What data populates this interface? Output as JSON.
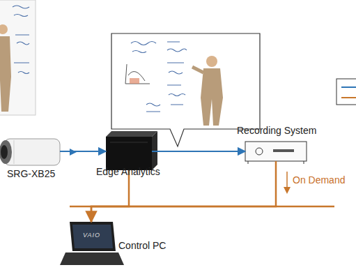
{
  "diagram": {
    "nodes": [
      {
        "text": [
          "SRG-XB25"
        ]
      },
      {
        "text": [
          "Edge Analytics"
        ]
      },
      {
        "text": [
          "Recording System"
        ]
      },
      {
        "text": [
          "Control PC"
        ]
      }
    ],
    "edges": [
      {
        "from": 0,
        "to": 1,
        "arrow": "to"
      },
      {
        "from": 1,
        "to": 2,
        "arrow": "to"
      },
      {
        "from": 1,
        "to": 3,
        "arrow": "none"
      },
      {
        "from": 2,
        "to": 3,
        "label": "On Demand",
        "arrow": "to"
      }
    ],
    "labels": [
      "VAIO"
    ]
  }
}
